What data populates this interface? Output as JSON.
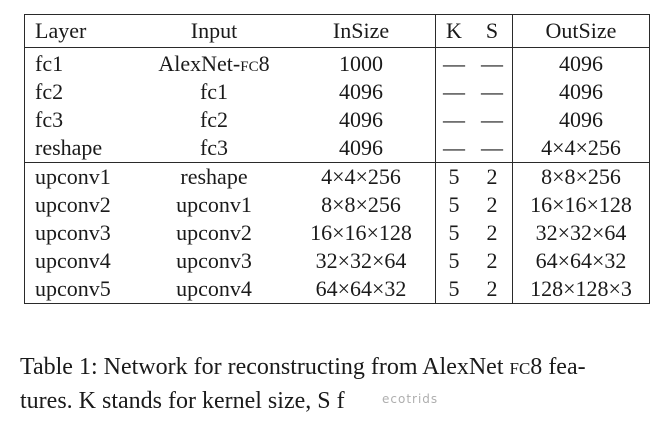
{
  "table": {
    "headers": {
      "layer": "Layer",
      "input": "Input",
      "insize": "InSize",
      "k": "K",
      "s": "S",
      "outsize": "OutSize"
    },
    "rows": [
      {
        "layer": "fc1",
        "input": "AlexNet-FC8",
        "insize": "1000",
        "k": "—",
        "s": "—",
        "outsize": "4096"
      },
      {
        "layer": "fc2",
        "input": "fc1",
        "insize": "4096",
        "k": "—",
        "s": "—",
        "outsize": "4096"
      },
      {
        "layer": "fc3",
        "input": "fc2",
        "insize": "4096",
        "k": "—",
        "s": "—",
        "outsize": "4096"
      },
      {
        "layer": "reshape",
        "input": "fc3",
        "insize": "4096",
        "k": "—",
        "s": "—",
        "outsize": "4×4×256"
      },
      {
        "layer": "upconv1",
        "input": "reshape",
        "insize": "4×4×256",
        "k": "5",
        "s": "2",
        "outsize": "8×8×256"
      },
      {
        "layer": "upconv2",
        "input": "upconv1",
        "insize": "8×8×256",
        "k": "5",
        "s": "2",
        "outsize": "16×16×128"
      },
      {
        "layer": "upconv3",
        "input": "upconv2",
        "insize": "16×16×128",
        "k": "5",
        "s": "2",
        "outsize": "32×32×64"
      },
      {
        "layer": "upconv4",
        "input": "upconv3",
        "insize": "32×32×64",
        "k": "5",
        "s": "2",
        "outsize": "64×64×32"
      },
      {
        "layer": "upconv5",
        "input": "upconv4",
        "insize": "64×64×32",
        "k": "5",
        "s": "2",
        "outsize": "128×128×3"
      }
    ]
  },
  "caption": {
    "line1": "Table 1: Network for reconstructing from AlexNet FC8 fea-",
    "line2": "tures. K stands for kernel size, S f"
  },
  "watermark": "ecotrids"
}
